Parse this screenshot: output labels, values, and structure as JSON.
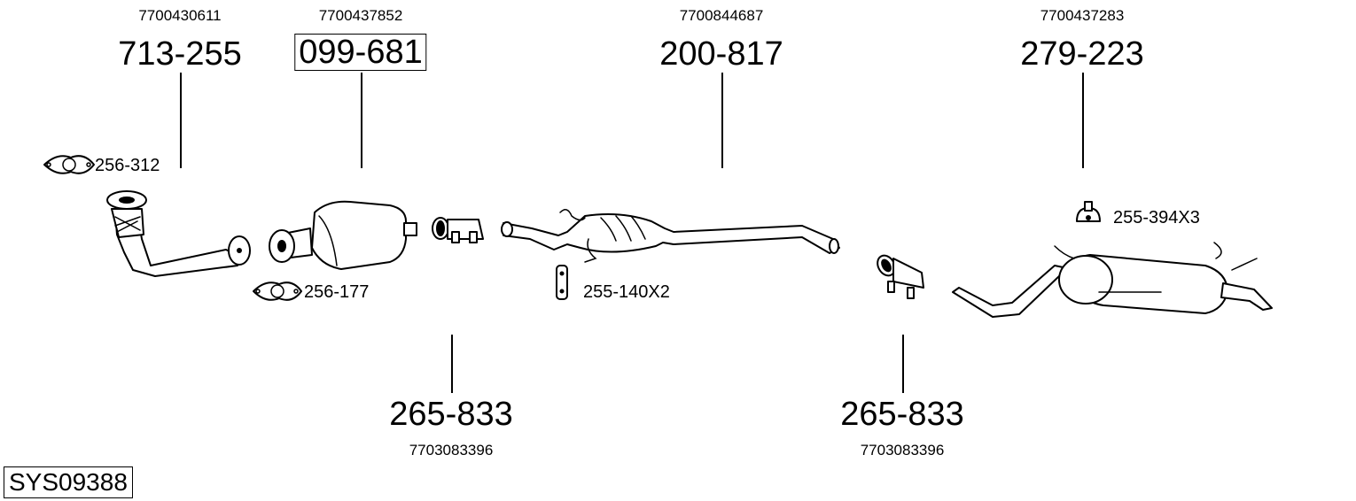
{
  "system": {
    "code": "SYS09388"
  },
  "parts_top": [
    {
      "part_number": "713-255",
      "oem_number": "7700430611",
      "boxed": false
    },
    {
      "part_number": "099-681",
      "oem_number": "7700437852",
      "boxed": true
    },
    {
      "part_number": "200-817",
      "oem_number": "7700844687",
      "boxed": false
    },
    {
      "part_number": "279-223",
      "oem_number": "7700437283",
      "boxed": false
    }
  ],
  "parts_bottom": [
    {
      "part_number": "265-833",
      "oem_number": "7703083396"
    },
    {
      "part_number": "265-833",
      "oem_number": "7703083396"
    }
  ],
  "accessories": [
    {
      "part_number": "256-312",
      "icon": "gasket-icon"
    },
    {
      "part_number": "256-177",
      "icon": "gasket-icon"
    },
    {
      "part_number": "255-140X2",
      "icon": "rubber-hanger-icon"
    },
    {
      "part_number": "255-394X3",
      "icon": "rubber-mount-icon"
    }
  ],
  "components": [
    {
      "name": "front-pipe",
      "ref": "713-255"
    },
    {
      "name": "catalytic-converter",
      "ref": "099-681"
    },
    {
      "name": "pipe-clamp",
      "ref": "265-833"
    },
    {
      "name": "middle-silencer",
      "ref": "200-817"
    },
    {
      "name": "pipe-clamp",
      "ref": "265-833"
    },
    {
      "name": "rear-silencer",
      "ref": "279-223"
    }
  ]
}
